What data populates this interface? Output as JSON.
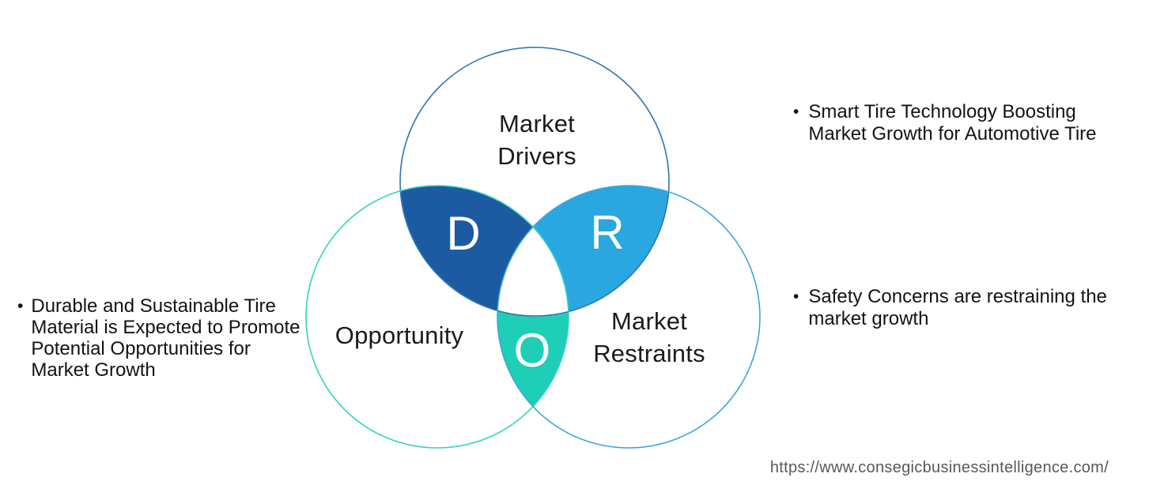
{
  "venn": {
    "drivers": {
      "label_lines": [
        "Market",
        "Drivers"
      ],
      "letter": "D",
      "fill": "#1c5ba2",
      "stroke": "#2e74b5"
    },
    "opportunity": {
      "label_lines": [
        "Opportunity"
      ],
      "letter": "O",
      "fill": "#1fceb6",
      "stroke": "#30d5c1"
    },
    "restraints": {
      "label_lines": [
        "Market",
        "Restraints"
      ],
      "letter": "R",
      "fill": "#2aa7e0",
      "stroke": "#3aa7de"
    }
  },
  "notes": {
    "drivers_note": {
      "bullet": "•",
      "lines": [
        "Smart Tire Technology Boosting",
        "Market Growth for Automotive Tire"
      ]
    },
    "opportunity_note": {
      "bullet": "•",
      "lines": [
        "Durable and Sustainable Tire",
        "Material is Expected to Promote",
        "Potential Opportunities for",
        "Market Growth"
      ]
    },
    "restraints_note": {
      "bullet": "•",
      "lines": [
        "Safety Concerns are restraining the",
        "market growth"
      ]
    }
  },
  "footer": {
    "url": "https://www.consegicbusinessintelligence.com/"
  }
}
